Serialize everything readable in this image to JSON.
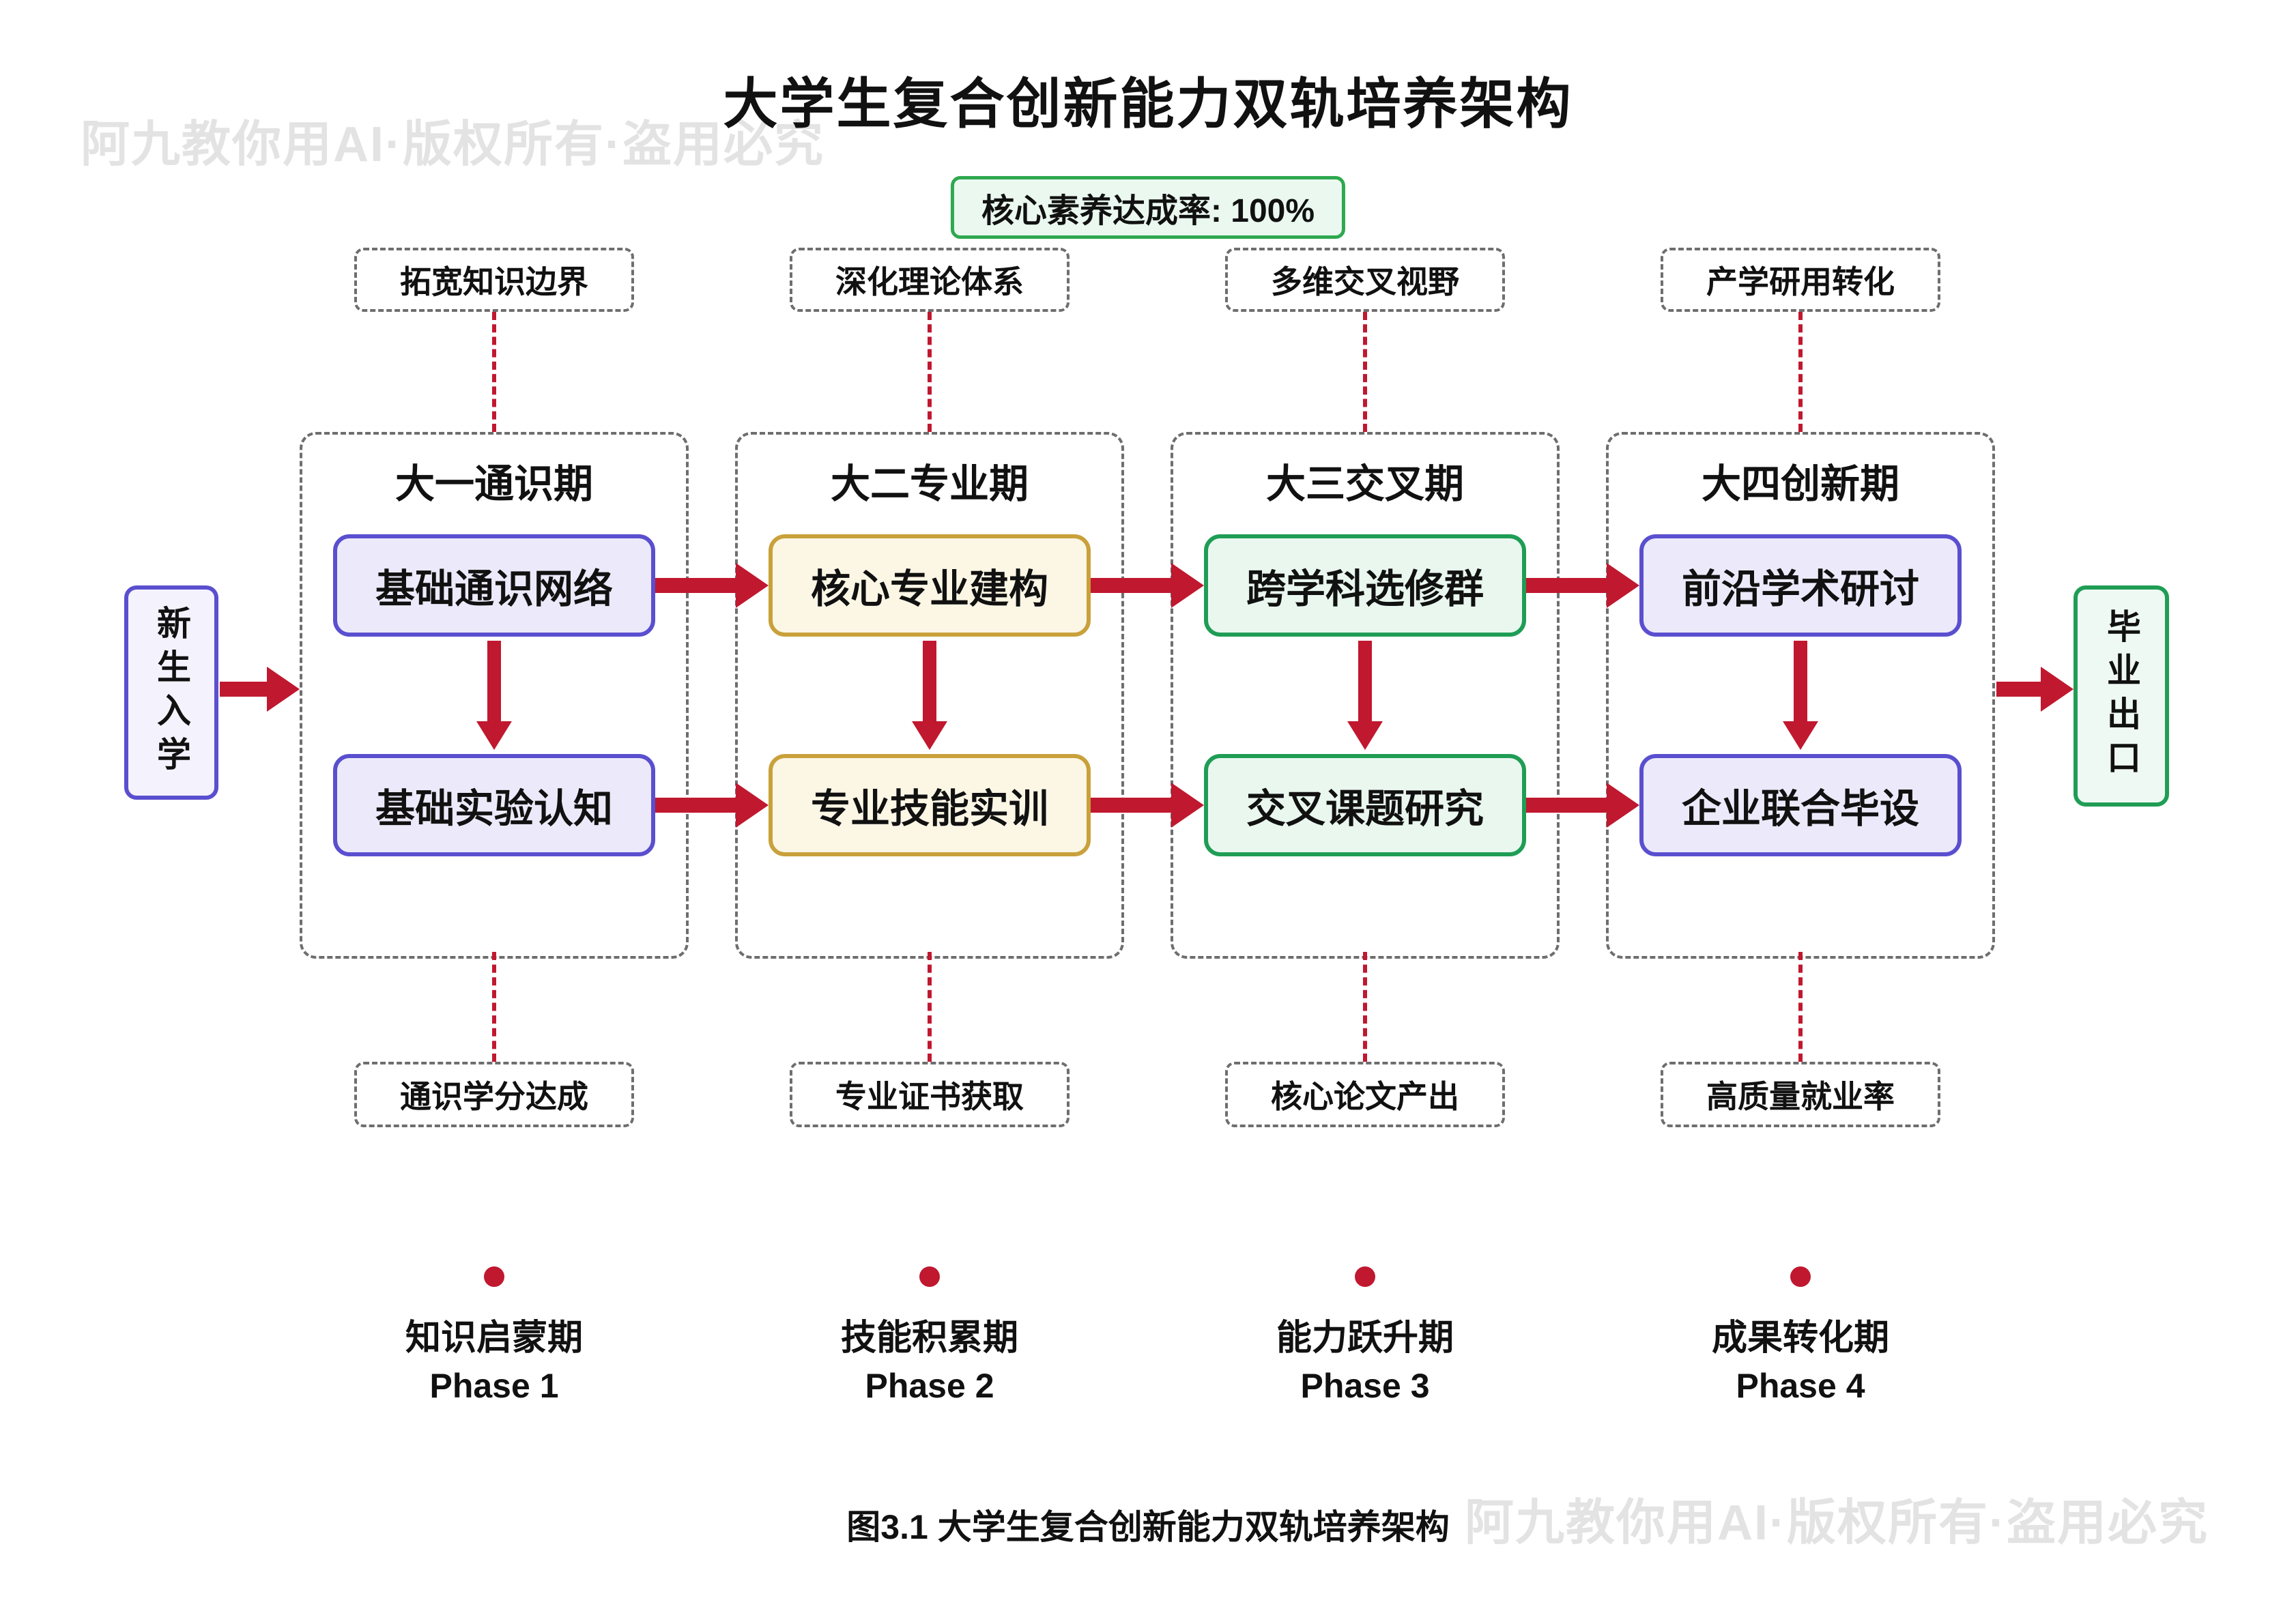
{
  "title": "大学生复合创新能力双轨培养架构",
  "watermark_text": "阿九教你用AI·版权所有·盗用必究",
  "badge": {
    "label": "核心素养达成率: 100%"
  },
  "entry": {
    "label": "新生入学"
  },
  "exit": {
    "label": "毕业出口"
  },
  "columns": [
    {
      "top_label": "拓宽知识边界",
      "phase_title": "大一通识期",
      "box_top": "基础通识网络",
      "box_bottom": "基础实验认知",
      "bottom_label": "通识学分达成",
      "stage_name": "知识启蒙期",
      "phase": "Phase 1"
    },
    {
      "top_label": "深化理论体系",
      "phase_title": "大二专业期",
      "box_top": "核心专业建构",
      "box_bottom": "专业技能实训",
      "bottom_label": "专业证书获取",
      "stage_name": "技能积累期",
      "phase": "Phase 2"
    },
    {
      "top_label": "多维交叉视野",
      "phase_title": "大三交叉期",
      "box_top": "跨学科选修群",
      "box_bottom": "交叉课题研究",
      "bottom_label": "核心论文产出",
      "stage_name": "能力跃升期",
      "phase": "Phase 3"
    },
    {
      "top_label": "产学研用转化",
      "phase_title": "大四创新期",
      "box_top": "前沿学术研讨",
      "box_bottom": "企业联合毕设",
      "bottom_label": "高质量就业率",
      "stage_name": "成果转化期",
      "phase": "Phase 4"
    }
  ],
  "caption": "图3.1 大学生复合创新能力双轨培养架构",
  "colors": {
    "arrow_red": "#C0182F",
    "purple_border": "#5A4FCF",
    "purple_fill": "#ECEAFA",
    "gold_border": "#C9A13B",
    "gold_fill": "#FCF6E5",
    "green_border": "#1F9D55",
    "green_fill": "#E9F7EF",
    "badge_border": "#2FA84F",
    "badge_fill": "#EAF8EF",
    "dashed_border": "#6E6E6E",
    "watermark": "#E3E3E3"
  }
}
